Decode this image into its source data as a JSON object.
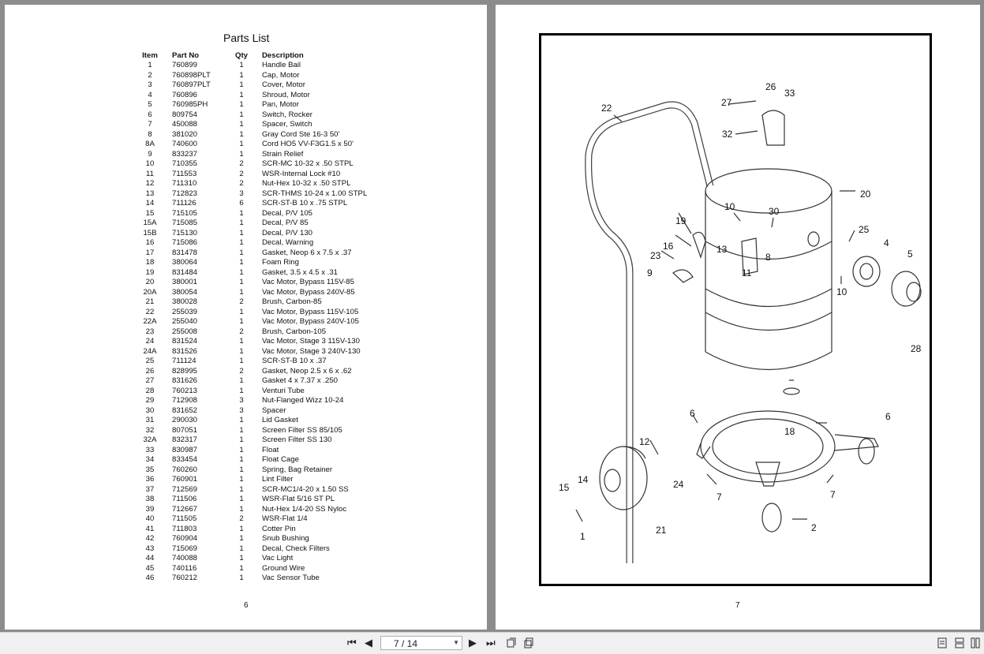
{
  "left_page": {
    "title": "Parts List",
    "headers": {
      "item": "Item",
      "part": "Part No",
      "qty": "Qty",
      "desc": "Description"
    },
    "rows": [
      [
        "1",
        "760899",
        "1",
        "Handle Bail"
      ],
      [
        "2",
        "760898PLT",
        "1",
        "Cap, Motor"
      ],
      [
        "3",
        "760897PLT",
        "1",
        "Cover, Motor"
      ],
      [
        "4",
        "760896",
        "1",
        "Shroud, Motor"
      ],
      [
        "5",
        "760985PH",
        "1",
        "Pan, Motor"
      ],
      [
        "6",
        "809754",
        "1",
        "Switch, Rocker"
      ],
      [
        "7",
        "450088",
        "1",
        "Spacer, Switch"
      ],
      [
        "8",
        "381020",
        "1",
        "Gray Cord Ste 16-3 50'"
      ],
      [
        "8A",
        "740600",
        "1",
        "Cord HO5 VV-F3G1.5 x 50'"
      ],
      [
        "9",
        "833237",
        "1",
        "Strain Relief"
      ],
      [
        "10",
        "710355",
        "2",
        "SCR-MC 10-32 x .50 STPL"
      ],
      [
        "11",
        "711553",
        "2",
        "WSR-Internal Lock #10"
      ],
      [
        "12",
        "711310",
        "2",
        "Nut-Hex 10-32 x .50 STPL"
      ],
      [
        "13",
        "712823",
        "3",
        "SCR-THMS 10-24 x 1.00 STPL"
      ],
      [
        "14",
        "711126",
        "6",
        "SCR-ST-B 10 x .75 STPL"
      ],
      [
        "15",
        "715105",
        "1",
        "Decal, P/V 105"
      ],
      [
        "15A",
        "715085",
        "1",
        "Decal, P/V 85"
      ],
      [
        "15B",
        "715130",
        "1",
        "Decal, P/V 130"
      ],
      [
        "16",
        "715086",
        "1",
        "Decal, Warning"
      ],
      [
        "17",
        "831478",
        "1",
        "Gasket, Neop 6 x 7.5 x .37"
      ],
      [
        "18",
        "380064",
        "1",
        "Foam Ring"
      ],
      [
        "19",
        "831484",
        "1",
        "Gasket, 3.5 x 4.5 x .31"
      ],
      [
        "20",
        "380001",
        "1",
        "Vac Motor, Bypass 115V-85"
      ],
      [
        "20A",
        "380054",
        "1",
        "Vac Motor, Bypass 240V-85"
      ],
      [
        "21",
        "380028",
        "2",
        "Brush, Carbon-85"
      ],
      [
        "22",
        "255039",
        "1",
        "Vac Motor, Bypass 115V-105"
      ],
      [
        "22A",
        "255040",
        "1",
        "Vac Motor, Bypass 240V-105"
      ],
      [
        "23",
        "255008",
        "2",
        "Brush, Carbon-105"
      ],
      [
        "24",
        "831524",
        "1",
        "Vac Motor, Stage 3 115V-130"
      ],
      [
        "24A",
        "831526",
        "1",
        "Vac Motor, Stage 3 240V-130"
      ],
      [
        "25",
        "711124",
        "1",
        "SCR-ST-B 10 x .37"
      ],
      [
        "26",
        "828995",
        "2",
        "Gasket, Neop 2.5 x 6 x .62"
      ],
      [
        "27",
        "831626",
        "1",
        "Gasket 4 x 7.37 x .250"
      ],
      [
        "28",
        "760213",
        "1",
        "Venturi Tube"
      ],
      [
        "29",
        "712908",
        "3",
        "Nut-Flanged Wizz 10-24"
      ],
      [
        "30",
        "831652",
        "3",
        "Spacer"
      ],
      [
        "31",
        "290030",
        "1",
        "Lid Gasket"
      ],
      [
        "32",
        "807051",
        "1",
        "Screen Filter SS 85/105"
      ],
      [
        "32A",
        "832317",
        "1",
        "Screen Filter SS 130"
      ],
      [
        "33",
        "830987",
        "1",
        "Float"
      ],
      [
        "34",
        "833454",
        "1",
        "Float Cage"
      ],
      [
        "35",
        "760260",
        "1",
        "Spring, Bag Retainer"
      ],
      [
        "36",
        "760901",
        "1",
        "Lint Filter"
      ],
      [
        "37",
        "712569",
        "1",
        "SCR-MC1/4-20 x 1.50 SS"
      ],
      [
        "38",
        "711506",
        "1",
        "WSR-Flat 5/16 ST PL"
      ],
      [
        "39",
        "712667",
        "1",
        "Nut-Hex 1/4-20 SS Nyloc"
      ],
      [
        "40",
        "711505",
        "2",
        "WSR-Flat 1/4"
      ],
      [
        "41",
        "711803",
        "1",
        "Cotter Pin"
      ],
      [
        "42",
        "760904",
        "1",
        "Snub Bushing"
      ],
      [
        "43",
        "715069",
        "1",
        "Decal, Check Filters"
      ],
      [
        "44",
        "740088",
        "1",
        "Vac Light"
      ],
      [
        "45",
        "740116",
        "1",
        "Ground Wire"
      ],
      [
        "46",
        "760212",
        "1",
        "Vac Sensor Tube"
      ]
    ],
    "page_number": "6"
  },
  "right_page": {
    "page_number": "7",
    "callouts": [
      "26",
      "33",
      "27",
      "22",
      "32",
      "20",
      "10",
      "30",
      "19",
      "25",
      "4",
      "5",
      "16",
      "23",
      "8",
      "13",
      "11",
      "9",
      "10",
      "28",
      "6",
      "6",
      "18",
      "12",
      "24",
      "14",
      "15",
      "7",
      "7",
      "21",
      "2",
      "1"
    ]
  },
  "toolbar": {
    "page_indicator": "7 / 14",
    "icons": [
      "first-page-icon",
      "prev-page-icon",
      "next-page-icon",
      "last-page-icon",
      "rotate-icon",
      "copy-icon",
      "single-page-icon",
      "two-page-icon",
      "continuous-icon"
    ]
  }
}
